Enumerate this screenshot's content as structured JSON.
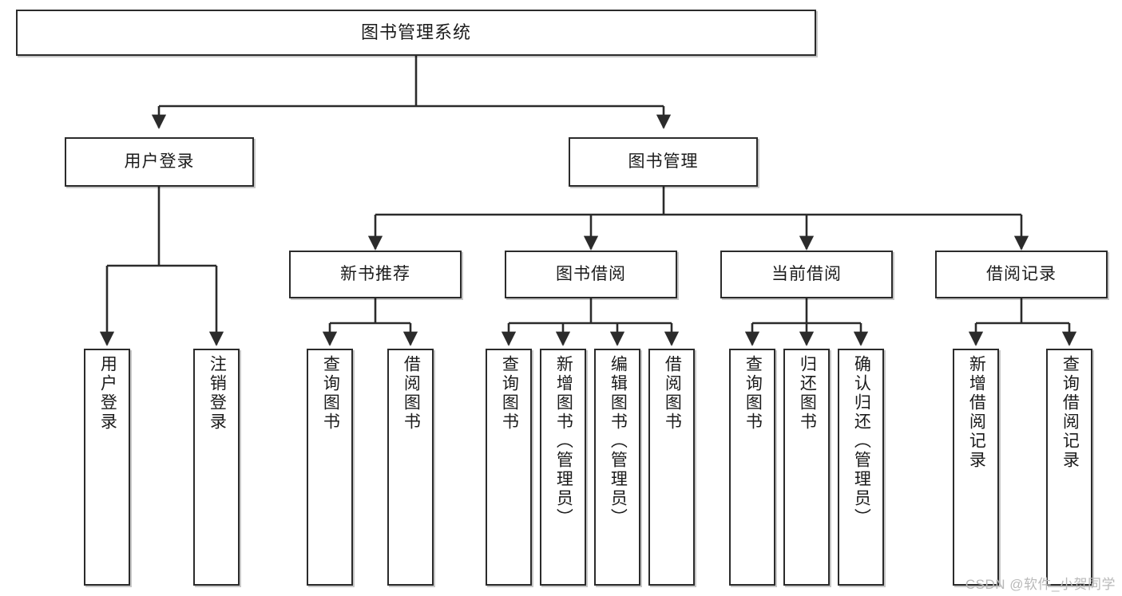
{
  "diagram": {
    "type": "tree",
    "title": "图书管理系统",
    "watermark": "CSDN @软件_小贺同学",
    "style": {
      "box_fill": "#ffffff",
      "box_stroke": "#2b2b2b",
      "edge_color": "#2b2b2b",
      "text_color": "#1b1b1b",
      "watermark_color": "#b9b9b9",
      "background": "#ffffff"
    },
    "root": {
      "label": "图书管理系统"
    },
    "level1": [
      {
        "label": "用户登录"
      },
      {
        "label": "图书管理"
      }
    ],
    "level2": [
      {
        "label": "新书推荐"
      },
      {
        "label": "图书借阅"
      },
      {
        "label": "当前借阅"
      },
      {
        "label": "借阅记录"
      }
    ],
    "leaves": {
      "user_login": [
        {
          "label": "用户登录"
        },
        {
          "label": "注销登录"
        }
      ],
      "new_book_recommend": [
        {
          "label": "查询图书"
        },
        {
          "label": "借阅图书"
        }
      ],
      "book_borrow": [
        {
          "label": "查询图书"
        },
        {
          "label": "新增图书（管理员）"
        },
        {
          "label": "编辑图书（管理员）"
        },
        {
          "label": "借阅图书"
        }
      ],
      "current_borrow": [
        {
          "label": "查询图书"
        },
        {
          "label": "归还图书"
        },
        {
          "label": "确认归还（管理员）"
        }
      ],
      "borrow_record": [
        {
          "label": "新增借阅记录"
        },
        {
          "label": "查询借阅记录"
        }
      ]
    }
  }
}
